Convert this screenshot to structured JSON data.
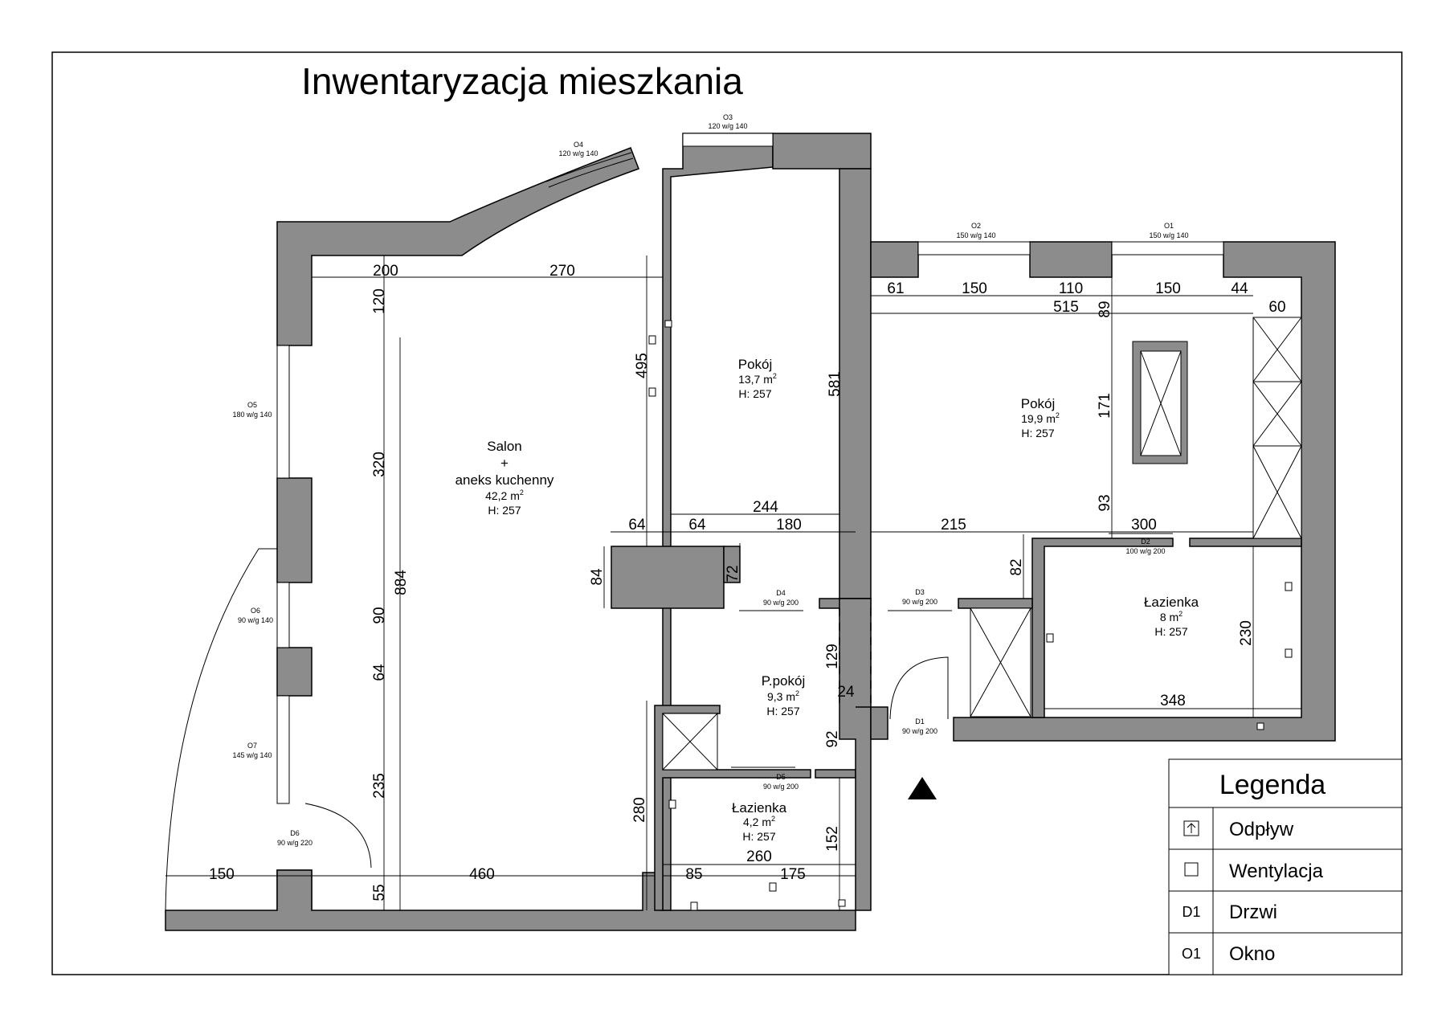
{
  "title": "Inwentaryzacja mieszkania",
  "rooms": {
    "salon": {
      "name_1": "Salon",
      "name_2": "+",
      "name_3": "aneks kuchenny",
      "area": "42,2 m",
      "height": "H: 257"
    },
    "pokoj_mid": {
      "name": "Pokój",
      "area": "13,7 m",
      "height": "H: 257"
    },
    "pokoj_right": {
      "name": "Pokój",
      "area": "19,9 m",
      "height": "H: 257"
    },
    "lazienka_big": {
      "name": "Łazienka",
      "area": "8 m",
      "height": "H: 257"
    },
    "ppokoj": {
      "name": "P.pokój",
      "area": "9,3 m",
      "height": "H: 257"
    },
    "lazienka_small": {
      "name": "Łazienka",
      "area": "4,2 m",
      "height": "H: 257"
    },
    "area_sup": "2"
  },
  "windows": {
    "O1": {
      "code": "O1",
      "size": "150 w/g 140"
    },
    "O2": {
      "code": "O2",
      "size": "150 w/g 140"
    },
    "O3": {
      "code": "O3",
      "size": "120 w/g 140"
    },
    "O4": {
      "code": "O4",
      "size": "120 w/g 140"
    },
    "O5": {
      "code": "O5",
      "size": "180 w/g 140"
    },
    "O6": {
      "code": "O6",
      "size": "90 w/g 140"
    },
    "O7": {
      "code": "O7",
      "size": "145 w/g 140"
    }
  },
  "doors": {
    "D1": {
      "code": "D1",
      "size": "90 w/g 200"
    },
    "D2": {
      "code": "D2",
      "size": "100 w/g 200"
    },
    "D3": {
      "code": "D3",
      "size": "90 w/g 200"
    },
    "D4": {
      "code": "D4",
      "size": "90 w/g 200"
    },
    "D5": {
      "code": "D5",
      "size": "90 w/g 200"
    },
    "D6": {
      "code": "D6",
      "size": "90 w/g 220"
    }
  },
  "dimensions": {
    "d200": "200",
    "d270": "270",
    "d120": "120",
    "d495": "495",
    "d320": "320",
    "d884": "884",
    "d90": "90",
    "d64v": "64",
    "d235": "235",
    "d55": "55",
    "d150b": "150",
    "d460": "460",
    "d581": "581",
    "d244": "244",
    "d64a": "64",
    "d64b": "64",
    "d180": "180",
    "d84": "84",
    "d72": "72",
    "d61": "61",
    "d150a": "150",
    "d110": "110",
    "d150c": "150",
    "d44": "44",
    "d515": "515",
    "d89": "89",
    "d60": "60",
    "d171": "171",
    "d93": "93",
    "d215": "215",
    "d300": "300",
    "d82": "82",
    "d230": "230",
    "d348": "348",
    "d129": "129",
    "d24": "24",
    "d92": "92",
    "d280": "280",
    "d152": "152",
    "d260": "260",
    "d85": "85",
    "d175": "175"
  },
  "legend": {
    "title": "Legenda",
    "items": [
      {
        "symbol": "drain-icon",
        "label": "Odpływ"
      },
      {
        "symbol": "vent-icon",
        "label": "Wentylacja"
      },
      {
        "code": "D1",
        "label": "Drzwi"
      },
      {
        "code": "O1",
        "label": "Okno"
      }
    ]
  }
}
